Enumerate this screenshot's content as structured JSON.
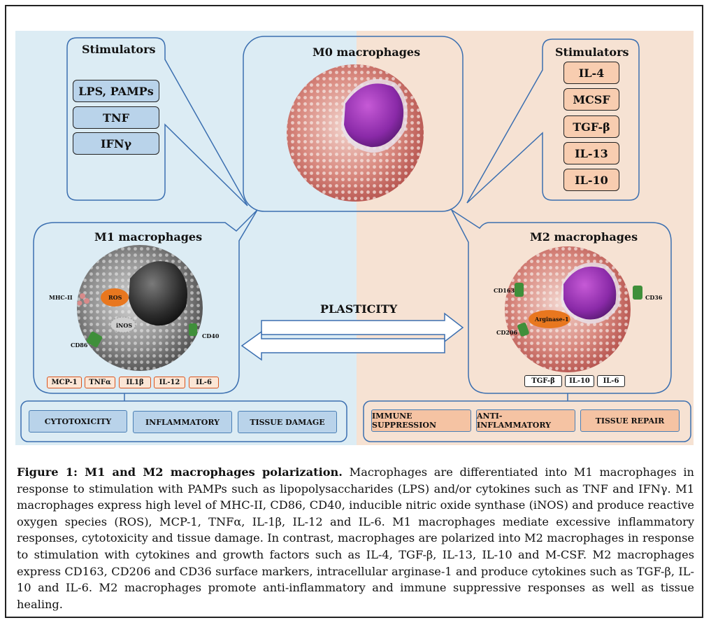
{
  "stimulators_left": {
    "title": "Stimulators",
    "items": [
      "LPS, PAMPs",
      "TNF",
      "IFNγ"
    ]
  },
  "stimulators_right": {
    "title": "Stimulators",
    "items": [
      "IL-4",
      "MCSF",
      "TGF-β",
      "IL-13",
      "IL-10"
    ]
  },
  "m0": {
    "title": "M0 macrophages"
  },
  "m1": {
    "title": "M1 macrophages",
    "markers": {
      "mhc": "MHC-II",
      "ros": "ROS",
      "inos": "iNOS",
      "cd86": "CD86",
      "cd40": "CD40"
    },
    "cytokines": [
      "MCP-1",
      "TNFα",
      "IL1β",
      "IL-12",
      "IL-6"
    ],
    "functions": [
      "CYTOTOXICITY",
      "INFLAMMATORY",
      "TISSUE DAMAGE"
    ]
  },
  "m2": {
    "title": "M2 macrophages",
    "markers": {
      "cd163": "CD163",
      "cd36": "CD36",
      "cd206": "CD206",
      "arginase": "Arginase-1"
    },
    "cytokines": [
      "TGF-β",
      "IL-10",
      "IL-6"
    ],
    "functions": [
      "IMMUNE SUPPRESSION",
      "ANTI-INFLAMMATORY",
      "TISSUE REPAIR"
    ]
  },
  "plasticity": "PLASTICITY",
  "caption": {
    "label": "Figure 1: M1 and M2 macrophages polarization.",
    "text": " Macrophages are differentiated into M1 macrophages in response to stimulation with PAMPs such as lipopolysaccharides (LPS) and/or cytokines such as TNF and IFNγ. M1 macrophages express high level of MHC-II, CD86, CD40, inducible nitric oxide synthase (iNOS) and produce reactive oxygen species (ROS), MCP-1, TNFα, IL-1β, IL-12 and IL-6. M1 macrophages mediate excessive inflammatory responses, cytotoxicity and tissue damage. In contrast, macrophages are polarized into M2 macrophages in response to stimulation with cytokines and growth factors such as IL-4, TGF-β, IL-13, IL-10 and M-CSF. M2 macrophages express CD163, CD206 and CD36 surface markers, intracellular arginase-1 and produce cytokines such as TGF-β, IL-10 and IL-6. M2 macrophages promote anti-inflammatory and immune suppressive responses as well as tissue healing."
  },
  "colors": {
    "bg_left": "#dcecf4",
    "bg_right": "#f6e2d3",
    "outline": "#3b6fb0",
    "stim_blue": "#b9d3ea",
    "stim_orange": "#f8cdb0",
    "ros_orange": "#e8771f",
    "marker_green": "#3f8f3a"
  }
}
